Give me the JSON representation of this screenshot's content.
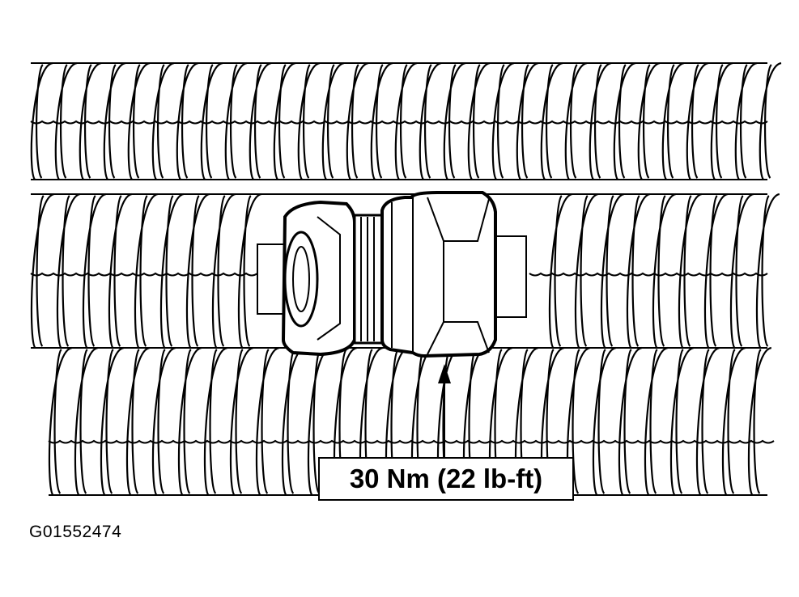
{
  "diagram": {
    "torque_label": "30 Nm (22 lb-ft)",
    "figure_id": "G01552474",
    "elements": {
      "upper_hose": "corrugated-tube",
      "middle_hose_left": "corrugated-tube",
      "middle_hose_right": "corrugated-tube",
      "lower_hose": "corrugated-tube",
      "fitting_nut_left": "hex-nut",
      "fitting_nut_right": "hex-nut",
      "pointer": "arrow-up"
    }
  }
}
